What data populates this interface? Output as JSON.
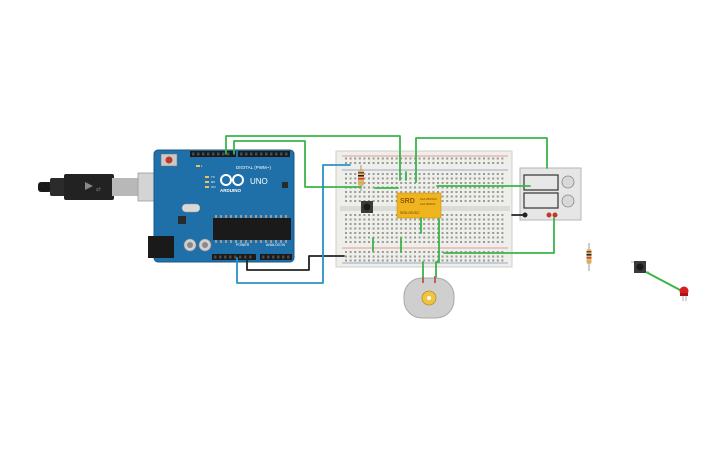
{
  "arduino": {
    "brand": "ARDUINO",
    "model": "UNO",
    "digital_label": "DIGITAL (PWM~)",
    "power_label": "POWER",
    "analog_label": "ANALOG IN",
    "tx_label": "TX",
    "rx_label": "RX",
    "on_label": "ON",
    "l_label": "L"
  },
  "relay": {
    "brand": "SRD",
    "spec1": "10A 250VAC",
    "spec2": "10A 30VDC",
    "model": "SRD-05VDC"
  },
  "colors": {
    "arduino_blue": "#1f6fa8",
    "wire_green": "#3ab54a",
    "wire_black": "#222222",
    "wire_blue": "#2a90c8",
    "relay_yellow": "#f0b41e",
    "led_red": "#d81e1e",
    "breadboard": "#eeeeea"
  }
}
